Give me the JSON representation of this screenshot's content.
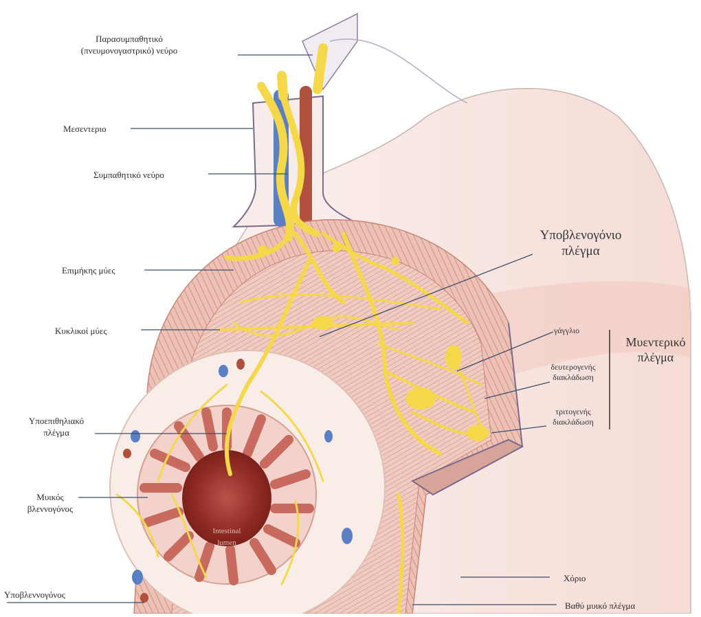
{
  "labels": {
    "parasympathetic": "Παρασυμπαθητικό\n(πνευμονογαστρικό) νεύρο",
    "mesentery": "Μεσεντεριο",
    "sympathetic": "Συμπαθητικό νεύρο",
    "longitudinal": "Επιμήκης μύες",
    "circular": "Κυκλικοί μύες",
    "subepithelial": "Υποεπιθηλιακό\nπλέγμα",
    "mucosa": "Μυικός\nβλεννογόνος",
    "submucosa_layer": "Υποβλεννογόνος",
    "submucosal_plexus": "Υποβλενογόνιο\nπλέγμα",
    "ganglion": "γάγγλιο",
    "myenteric_plexus": "Μυεντερικό\nπλέγμα",
    "secondary_branch": "δευτερογενής\nδιακλάδωση",
    "tertiary_branch": "τριτογενής\nδιακλάδωση",
    "chorion": "Χόριο",
    "deep_muscular_plexus": "Βαθύ μυικό πλέγμα",
    "lumen": "Intestinal\nlumen"
  },
  "colors": {
    "nerve": "#f5d84a",
    "muscle": "#e8b3a6",
    "mucosa": "#c86a5e",
    "lumen": "#8e2a22",
    "vein": "#5b7fc4",
    "artery": "#b0503e"
  }
}
